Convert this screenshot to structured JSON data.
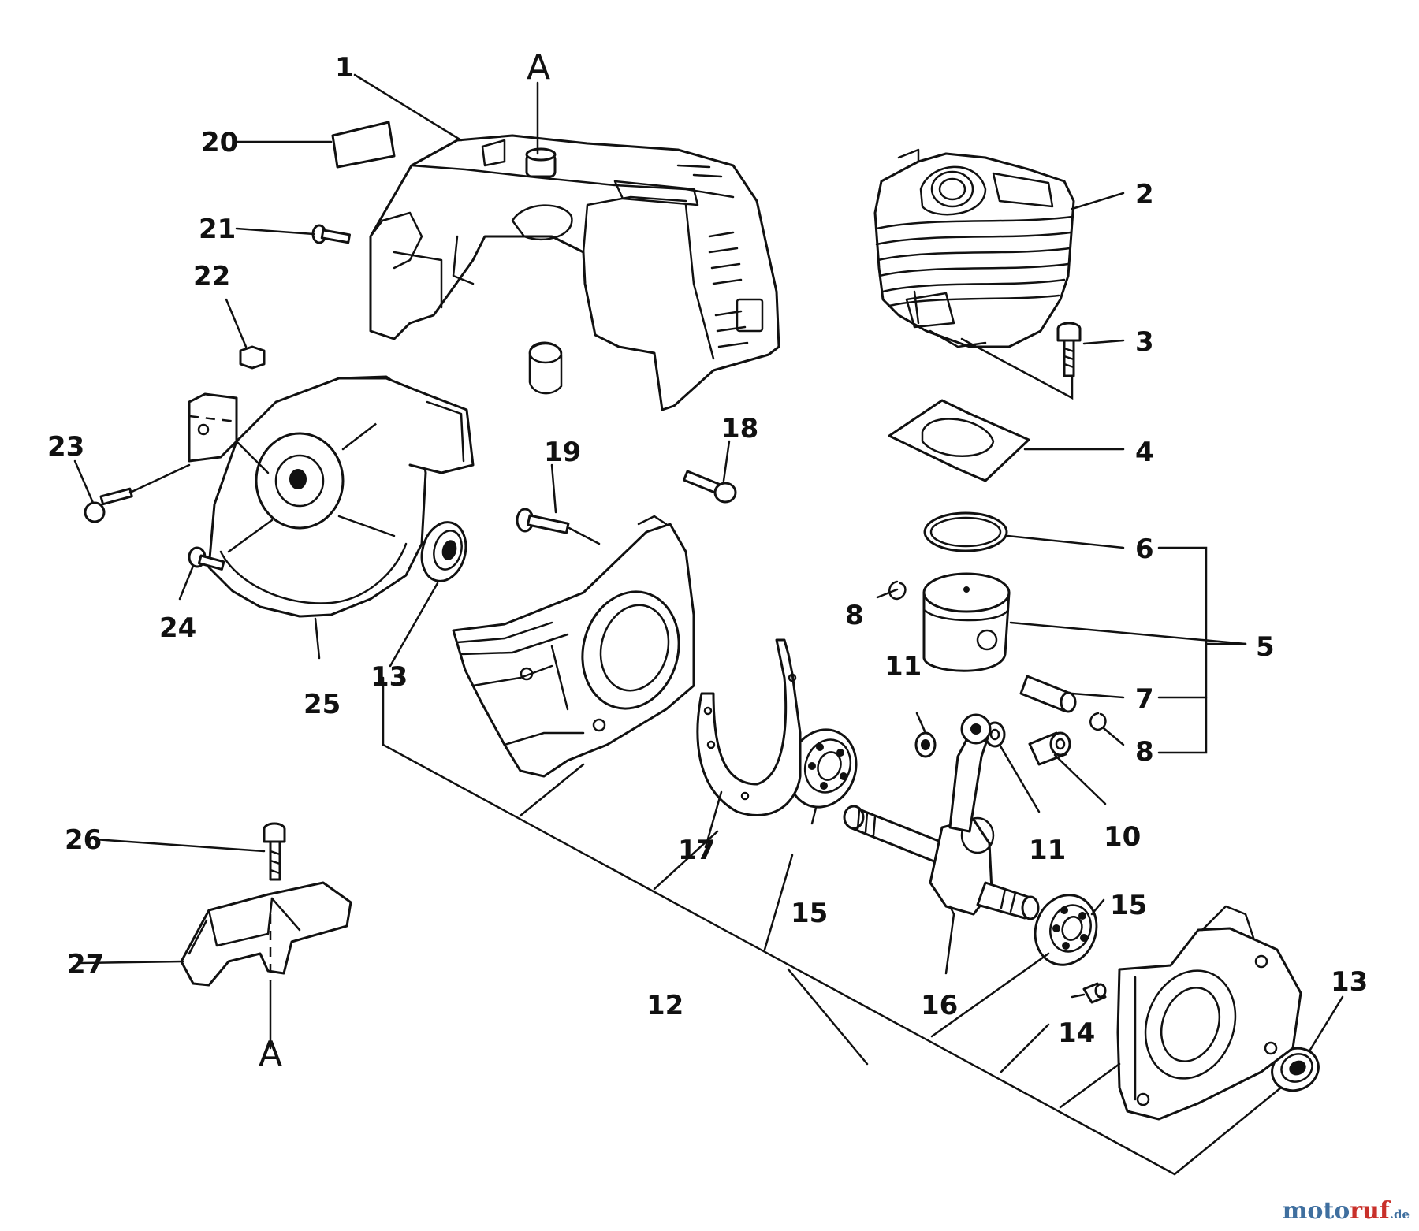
{
  "callouts": {
    "c1": "1",
    "c2": "2",
    "c3": "3",
    "c4": "4",
    "c5": "5",
    "c6": "6",
    "c7": "7",
    "c8a": "8",
    "c8b": "8",
    "c10": "10",
    "c11a": "11",
    "c11b": "11",
    "c12": "12",
    "c13a": "13",
    "c13b": "13",
    "c14": "14",
    "c15a": "15",
    "c15b": "15",
    "c16": "16",
    "c17": "17",
    "c18": "18",
    "c19": "19",
    "c20": "20",
    "c21": "21",
    "c22": "22",
    "c23": "23",
    "c24": "24",
    "c25": "25",
    "c26": "26",
    "c27": "27"
  },
  "ref_marks": {
    "top": "A",
    "bottom": "A"
  },
  "watermark": {
    "part1": "moto",
    "part2": "ruf",
    "part3": ".de"
  }
}
